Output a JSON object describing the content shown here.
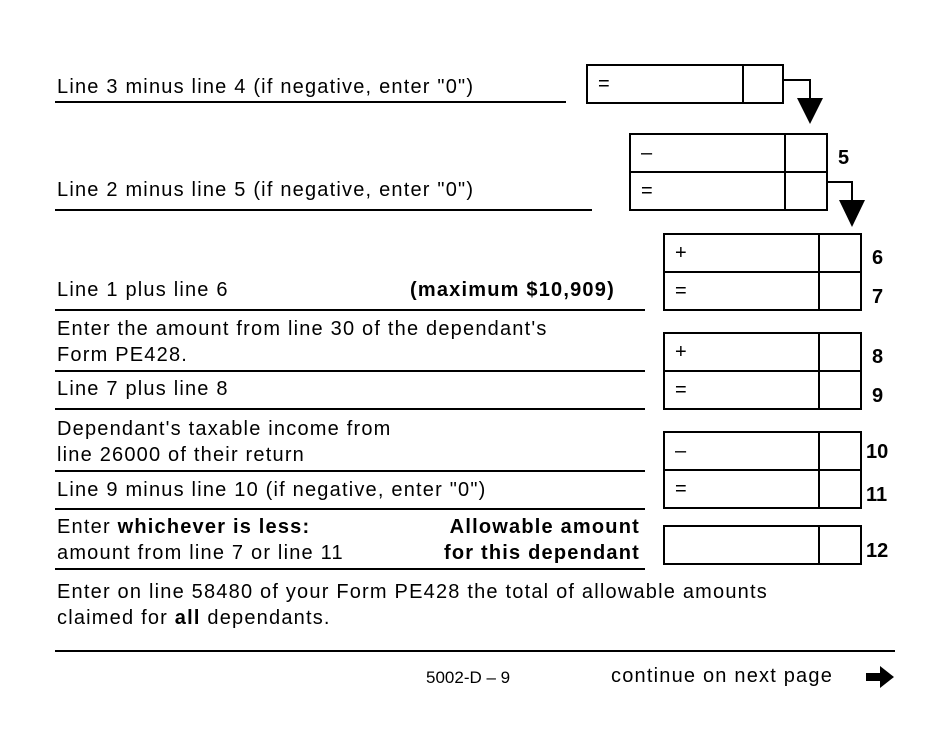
{
  "rows": {
    "line3_minus_4": "Line 3 minus line 4 (if negative, enter \"0\")",
    "line2_minus_5": "Line 2 minus line 5 (if negative, enter \"0\")",
    "line1_plus_6": "Line 1 plus line 6",
    "maximum": "(maximum $10,909)",
    "line30_a": "Enter the amount from line 30 of the dependant's",
    "line30_b": "Form PE428.",
    "line7_plus_8": "Line 7 plus line 8",
    "taxable_a": "Dependant's taxable income from",
    "taxable_b": "line 26000 of their return",
    "line9_minus_10": "Line 9 minus line 10 (if negative, enter \"0\")",
    "enter_prefix": "Enter ",
    "whichever": "whichever is less:",
    "amount_from": "amount from line 7 or line 11",
    "allowable_a": "Allowable amount",
    "allowable_b": "for this dependant"
  },
  "boxes": {
    "b_eq_a": "=",
    "b_minus_5": "–",
    "b_eq_b": "=",
    "b_plus_6": "+",
    "b_eq_7": "=",
    "b_plus_8": "+",
    "b_eq_9": "=",
    "b_minus_10": "–",
    "b_eq_11": "="
  },
  "line_numbers": {
    "n5": "5",
    "n6": "6",
    "n7": "7",
    "n8": "8",
    "n9": "9",
    "n10": "10",
    "n11": "11",
    "n12": "12"
  },
  "footer": {
    "note_a": "Enter on line 58480 of your Form PE428 the total of allowable amounts",
    "note_b_pre": "claimed for ",
    "note_b_bold": "all",
    "note_b_post": " dependants.",
    "page_id": "5002-D – 9",
    "continue": "continue on next page"
  },
  "icons": {
    "continue_arrow": "right-arrow-icon",
    "flow_arrows": "down-arrow-icon"
  }
}
